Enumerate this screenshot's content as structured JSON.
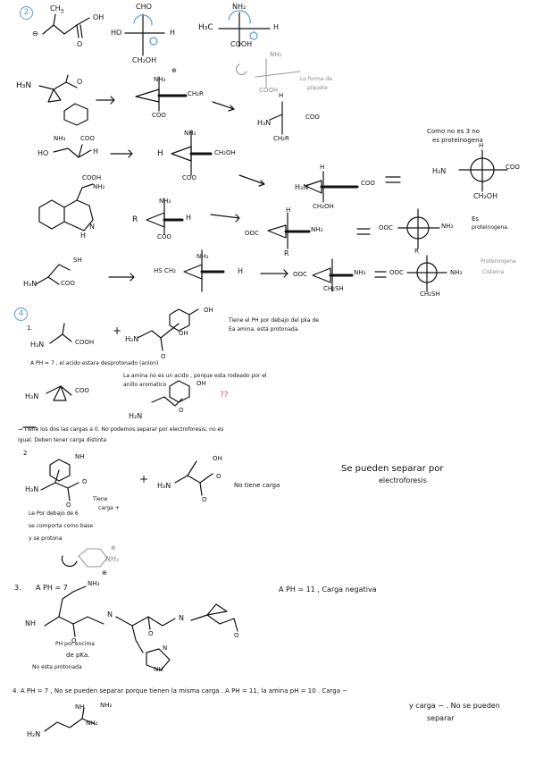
{
  "sections": {
    "section_2_number": "2",
    "section_4_number": "4"
  },
  "labels": {
    "cho": "CHO",
    "oh": "OH",
    "ho": "HO",
    "h": "H",
    "ch2oh": "CH₂OH",
    "nh2": "NH₂",
    "h3c": "H₃C",
    "cooh": "COOH",
    "h3n": "H₃N",
    "coo": "COO",
    "ch2r": "CH₂R",
    "r": "R",
    "nh3": "NH₃",
    "ooc": "OOC",
    "sh": "SH",
    "hsch2": "HS CH₂",
    "ch2sh": "CH₂SH",
    "h2n": "H₂N",
    "n": "N",
    "nh": "NH",
    "o": "O",
    "plus": "+",
    "equals": "=",
    "minus_charge": "⊖",
    "plus_charge": "⊕",
    "gray_note_1": "Lo forma de",
    "gray_note_2": "piquete",
    "no_proquiral_1": "Como no es 3 no",
    "no_proquiral_2": "es proteinogena",
    "es_proteinogena_1": "Es",
    "es_proteinogena_2": "proteinogena.",
    "proteinogena_cist": "Proteinogena",
    "cisteina": "Cisteina"
  },
  "problem_4": {
    "p1_label": "1.",
    "p1_note_1": "Tiene el PH por debajo del pka de",
    "p1_note_2": "Ea amina, está protonada.",
    "p1_ph_text": "A PH = 7 , el acido estara desprotonado (anion)",
    "p1_middle_1": "La amina no es un acido , porque esta rodeado por el",
    "p1_middle_2": "anillo aromatico",
    "p1_question": "??",
    "p1_conclusion_1": "→ Tiene los dos las cargas a 0. No podemos separar por electroforesis; no es",
    "p1_conclusion_2": "igual. Deben tener carga distinta",
    "p2_label": "2",
    "p2_tiene_carga_1": "Tiene",
    "p2_tiene_carga_2": "carga +",
    "p2_no_carga": "No tiene carga",
    "p2_separate_1": "Se pueden separar por",
    "p2_separate_2": "electroforesis",
    "p2_left_1": "Le Por debajo de 6",
    "p2_left_2": "se comporta como base",
    "p2_left_3": "y se protona",
    "p3_label": "3.",
    "p3_ph7": "A PH = 7",
    "p3_ph11": "A PH = 11 , Carga negativa",
    "p3_under_1": "PH por encima",
    "p3_under_2": "de pKa.",
    "p3_under_3": "No esta protonada",
    "p4_text_a": "4. A PH = 7 , No se pueden separar porque tienen la misma carga . A PH = 11, la amina pH = 10 . Carga −",
    "p4_text_b": "y carga − . No se pueden",
    "p4_text_c": "separar"
  }
}
